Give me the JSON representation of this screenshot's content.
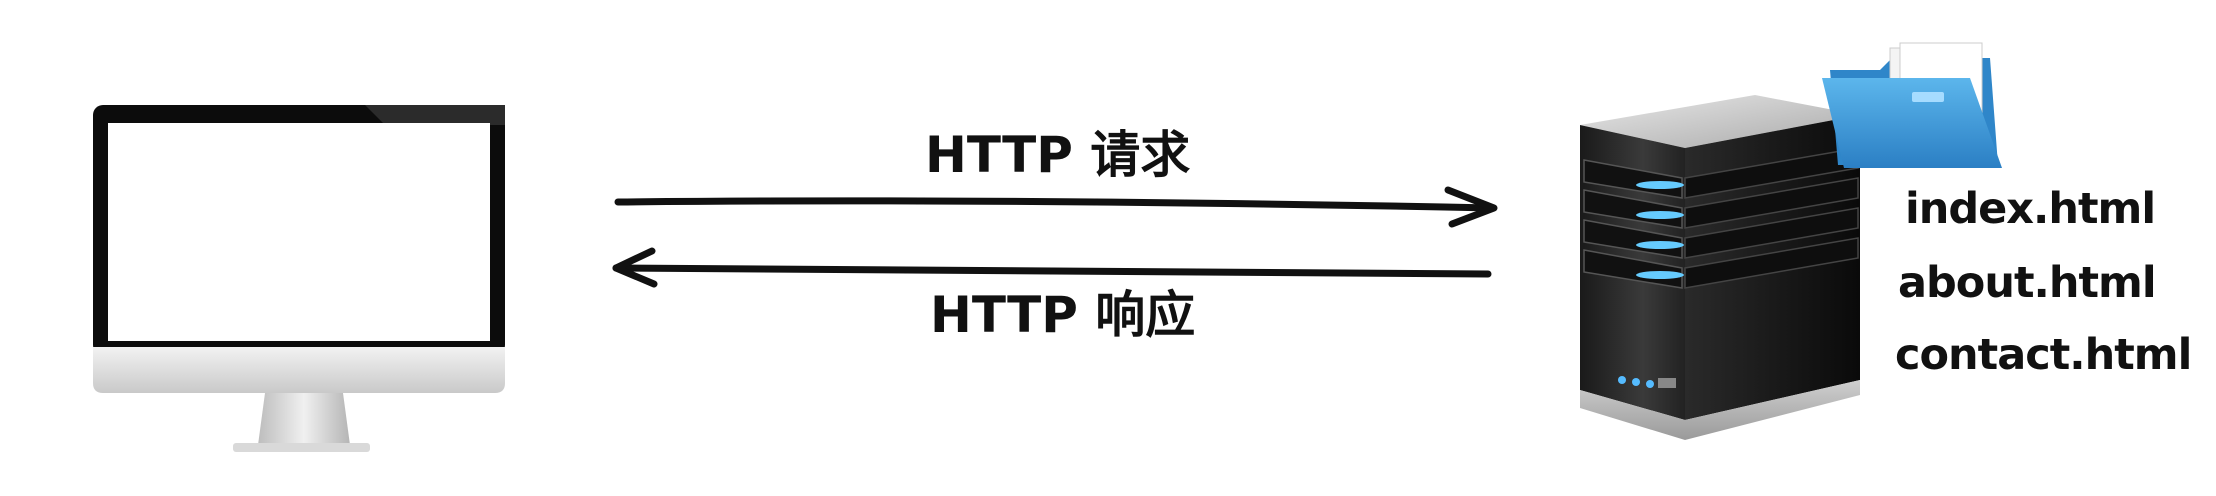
{
  "request_label": "HTTP 请求",
  "response_label": "HTTP 响应",
  "files": [
    "index.html",
    "about.html",
    "contact.html"
  ],
  "icons": {
    "client": "desktop-monitor-icon",
    "server": "server-tower-icon",
    "folder": "blue-folder-icon"
  },
  "colors": {
    "arrow": "#111111",
    "folder": "#3a9ad9",
    "server_led": "#66ccff"
  }
}
